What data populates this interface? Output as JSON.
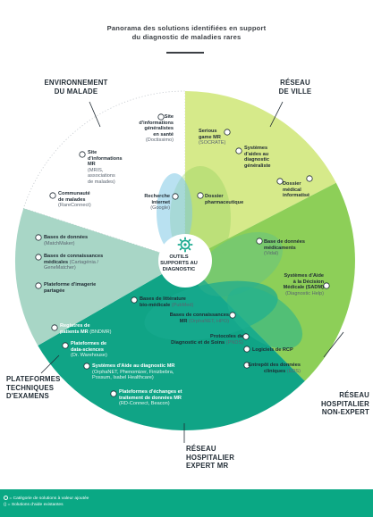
{
  "title": {
    "line1": "Panorama des solutions identifiées en support",
    "line2": "du diagnostic de maladies rares"
  },
  "colors": {
    "teal_dark": "#10a486",
    "teal_mid": "#22b38f",
    "green_light": "#d6ea8a",
    "green_mid": "#8dcf58",
    "grey_green": "#a8d6c6",
    "blue_light": "#7fc8e6",
    "footer": "#0aa884"
  },
  "hub": {
    "icon": "gear-icon",
    "line1": "OUTILS",
    "line2": "SUPPORTS AU",
    "line3": "DIAGNOSTIC"
  },
  "sectors": {
    "environnement": {
      "line1": "ENVIRONNEMENT",
      "line2": "DU MALADE"
    },
    "ville": {
      "line1": "RÉSEAU",
      "line2": "DE VILLE"
    },
    "non_expert": {
      "line1": "RÉSEAU",
      "line2": "HOSPITALIER",
      "line3": "NON-EXPERT"
    },
    "expert": {
      "line1": "RÉSEAU",
      "line2": "HOSPITALIER",
      "line3": "EXPERT MR"
    },
    "plateformes": {
      "line1": "PLATEFORMES",
      "line2": "TECHNIQUES",
      "line3": "D'EXAMENS"
    }
  },
  "items": {
    "site_generalistes": {
      "b1": "Site",
      "b2": "d'informations",
      "b3": "généralistes",
      "b4": "en santé",
      "s": "(Doctissimo)"
    },
    "site_mr": {
      "b1": "Site",
      "b2": "d'informations",
      "b3": "MR",
      "s1": "(MRIS,",
      "s2": "associations",
      "s3": "de malades)"
    },
    "communaute": {
      "b1": "Communauté",
      "b2": "de malades",
      "s": "(RareConnect)"
    },
    "recherche": {
      "b1": "Recherche",
      "b2": "internet",
      "s": "(Google)"
    },
    "serious_game": {
      "b1": "Serious",
      "b2": "game MR",
      "s": "(SOCRATE)"
    },
    "systemes_generaliste": {
      "b1": "Systèmes",
      "b2": "d'aides au",
      "b3": "diagnostic",
      "b4": "généraliste"
    },
    "dossier_medical": {
      "b1": "Dossier",
      "b2": "médical",
      "b3": "informatisé"
    },
    "dossier_pharma": {
      "b1": "Dossier",
      "b2": "pharmaceutique"
    },
    "bdd_medicaments": {
      "b1": "Base de données",
      "b2": "médicaments",
      "s": "(Vidal)"
    },
    "sadm": {
      "b1": "Systèmes d'Aide",
      "b2": "à la Décision",
      "b3": "Médicale (SADM)",
      "s": "(Diagnostic Help)"
    },
    "bdd_plateformes": {
      "b1": "Bases de données",
      "s": "(MatchMaker)"
    },
    "connaissances_plateformes": {
      "b1": "Bases de connaissances",
      "b2": "médicales",
      "s": "(Cartagénia /",
      "s2": "GeneMatcher)"
    },
    "imagerie": {
      "b1": "Plateforme d'imagerie",
      "b2": "partagée"
    },
    "litterature": {
      "b1": "Bases de littérature",
      "b2": "bio-médicale",
      "s": "(PubMed)"
    },
    "connaissances_mr": {
      "b1": "Bases de connaissances",
      "b2": "MR",
      "s": "(OrphaNET, HPO)"
    },
    "protocoles": {
      "b1": "Protocoles de",
      "b2": "Diagnostic et de Soins",
      "s": "(PNDS)"
    },
    "rcp": {
      "b1": "Logiciels de RCP"
    },
    "entrepot": {
      "b1": "Entrepôt des données",
      "b2": "cliniques",
      "s": "(EDS)"
    },
    "registres": {
      "b1": "Registres de",
      "b2": "patients MR",
      "s": "(BNDMR)"
    },
    "data_sciences": {
      "b1": "Plateformes de",
      "b2": "data-sciences",
      "s": "(Dr. Warehouse)"
    },
    "sad_mr": {
      "b1": "Systèmes d'Aide au diagnostic MR",
      "s": "(OrphaNET, Phenomizer, Finizbebra,",
      "s2": "Possum, Isabel Healthcare)"
    },
    "echanges": {
      "b1": "Plateformes d'échanges et",
      "b2": "traitement de données MR",
      "s": "(RD-Connect, Beacon)"
    }
  },
  "footer": {
    "line1": "= Catégorie de solutions à valeur ajoutée",
    "line2": "() = Solutions d'aide existantes"
  }
}
